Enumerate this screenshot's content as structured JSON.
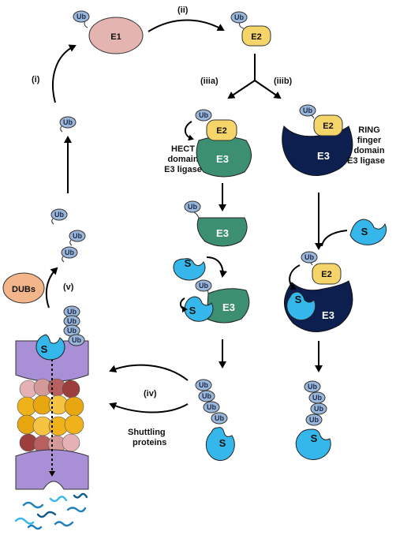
{
  "labels": {
    "ub": "Ub",
    "e1": "E1",
    "e2": "E2",
    "e3": "E3",
    "substrate": "S",
    "dubs": "DUBs",
    "step_i": "(i)",
    "step_ii": "(ii)",
    "step_iiia": "(iiia)",
    "step_iiib": "(iiib)",
    "step_iv": "(iv)",
    "step_v": "(v)",
    "hect_line1": "HECT",
    "hect_line2": "domain",
    "hect_line3": "E3 ligase",
    "ring_line1": "RING",
    "ring_line2": "finger",
    "ring_line3": "domain",
    "ring_line4": "E3 ligase",
    "shuttling_line1": "Shuttling",
    "shuttling_line2": "proteins"
  },
  "colors": {
    "ub": "#9ab6d8",
    "e1": "#e3b4b0",
    "e2": "#f5d46a",
    "e3_hect": "#3d8f72",
    "e3_ring": "#0d1f4f",
    "substrate": "#35b7ec",
    "dubs": "#f3b68a",
    "proteasome_cap": "#a98fd6",
    "proteasome_ring_a": "#e6b1b5",
    "proteasome_ring_b": "#f0b21b",
    "proteasome_ring_c": "#9c3e3e",
    "peptides": "#1e7fc0"
  },
  "icons": [
    "curved-arrow",
    "straight-arrow",
    "fork-arrow",
    "ubiquitin-tag",
    "proteasome",
    "peptide-fragments"
  ]
}
